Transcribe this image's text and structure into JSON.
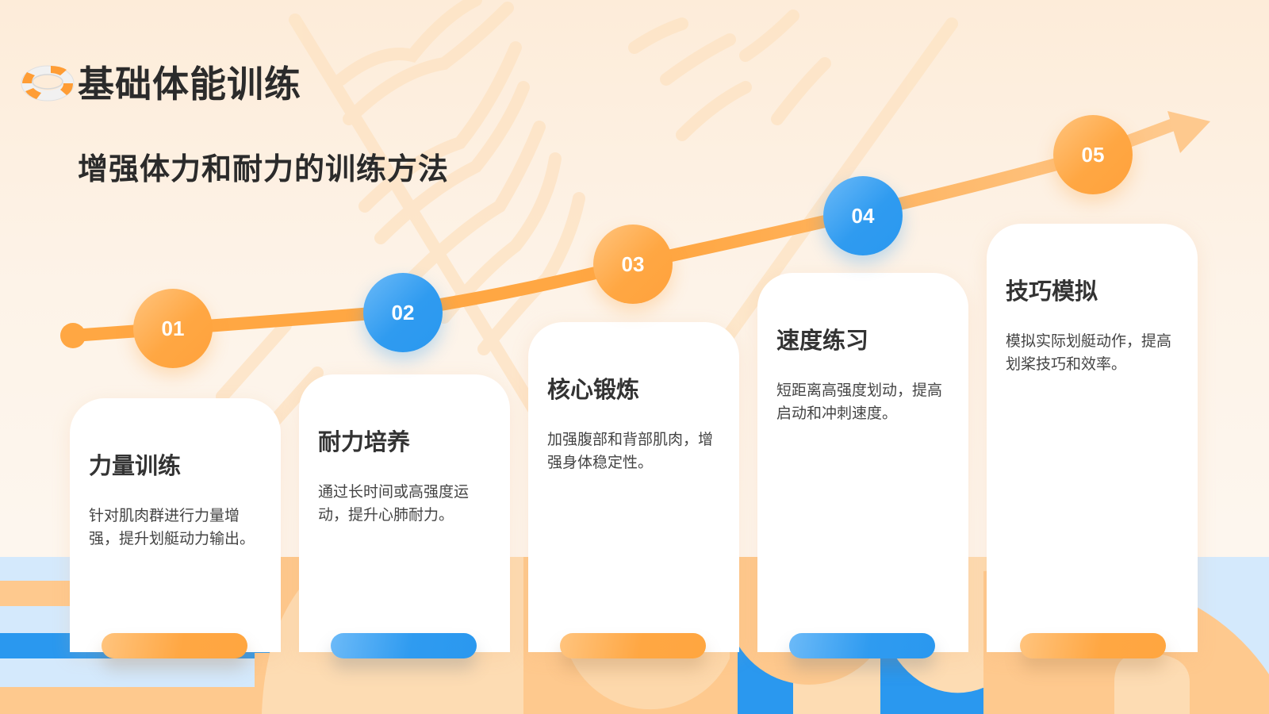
{
  "header": {
    "title": "基础体能训练",
    "subtitle": "增强体力和耐力的训练方法",
    "logo_icon": "lifebuoy-icon"
  },
  "colors": {
    "orange": "#ffa743",
    "orange_light": "#ffc47e",
    "blue": "#2a98ef",
    "blue_light": "#6cbaf8",
    "text_dark": "#2b2b2b",
    "background": "#fdf3e8",
    "band_orange": "#fec98e",
    "band_peach": "#fddcb3",
    "band_lightblue": "#d4e9fc"
  },
  "timeline": {
    "arrow_icon": "arrow-right-icon",
    "steps": [
      {
        "num": "01",
        "title": "力量训练",
        "desc": "针对肌肉群进行力量增强，提升划艇动力输出。",
        "color": "orange"
      },
      {
        "num": "02",
        "title": "耐力培养",
        "desc": "通过长时间或高强度运动，提升心肺耐力。",
        "color": "blue"
      },
      {
        "num": "03",
        "title": "核心锻炼",
        "desc": "加强腹部和背部肌肉，增强身体稳定性。",
        "color": "orange"
      },
      {
        "num": "04",
        "title": "速度练习",
        "desc": "短距离高强度划动，提高启动和冲刺速度。",
        "color": "blue"
      },
      {
        "num": "05",
        "title": "技巧模拟",
        "desc": "模拟实际划艇动作，提高划桨技巧和效率。",
        "color": "orange"
      }
    ]
  }
}
